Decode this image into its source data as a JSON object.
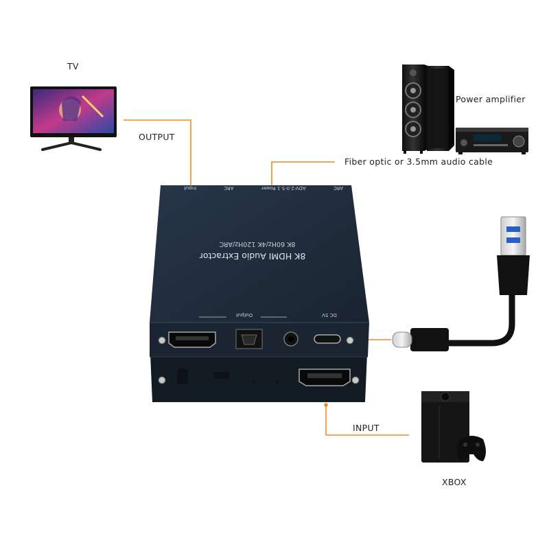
{
  "labels": {
    "tv": "TV",
    "output": "OUTPUT",
    "power_amplifier": "Power amplifier",
    "audio_cable": "Fiber optic or 3.5mm audio cable",
    "input": "INPUT",
    "xbox": "XBOX"
  },
  "device": {
    "title": "8K HDMI Audio Extractor",
    "spec": "8K 60Hz/4K 120Hz/ARC",
    "top_labels": [
      "Input",
      "ARC",
      "ADV-2.0-5.1 Power",
      "ARC"
    ],
    "output_group": "Output",
    "dc_label": "DC 5V"
  },
  "colors": {
    "connector_line": "#f08a24",
    "device_body": "#1c2733",
    "device_top": "#202c39"
  },
  "icons": [
    "tv-monitor-icon",
    "tower-speaker-icon",
    "amplifier-icon",
    "usb-cable-icon",
    "xbox-console-icon",
    "gamepad-icon"
  ]
}
